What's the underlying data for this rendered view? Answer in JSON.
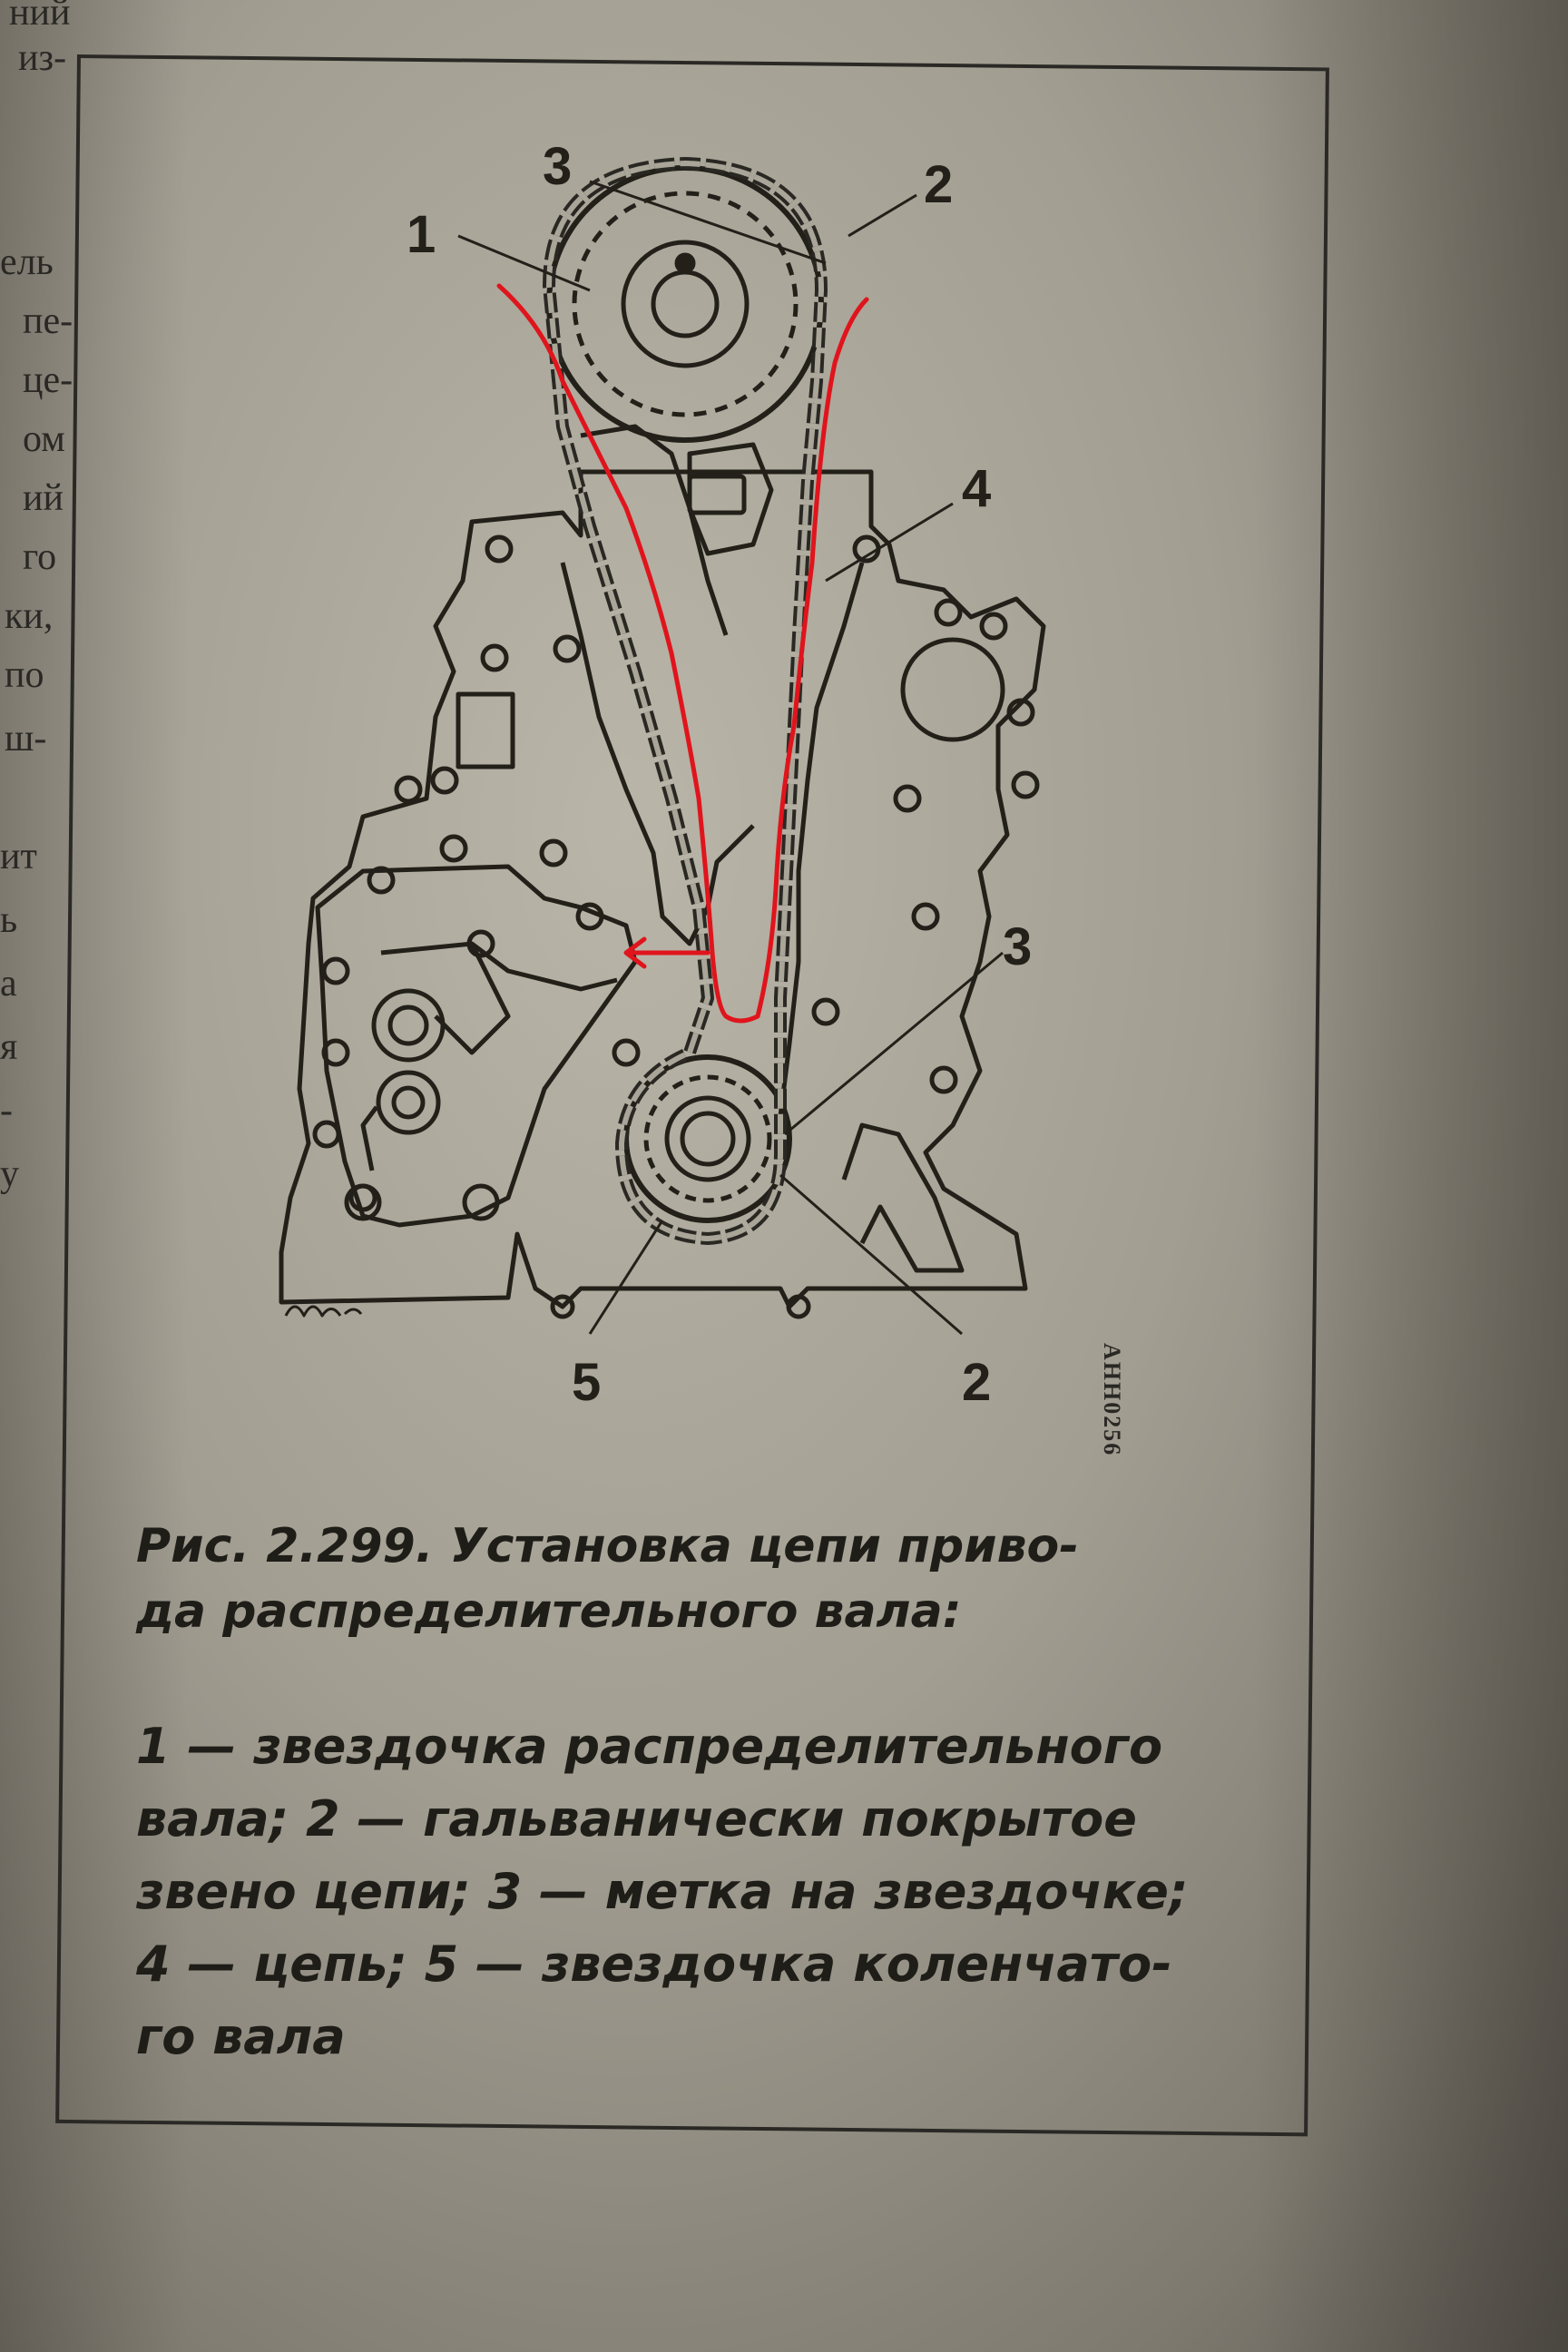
{
  "left_fragments": [
    "ний",
    "из-",
    "ель",
    "пе-",
    "це-",
    "ом",
    "ий",
    "го",
    "ки,",
    "по",
    "ш-",
    "ит",
    "ь",
    "а",
    "я",
    "-",
    "у"
  ],
  "callouts": {
    "top_left_3": "3",
    "top_right_2": "2",
    "cam_1": "1",
    "chain_4": "4",
    "right_3": "3",
    "bottom_5": "5",
    "bottom_right_2": "2"
  },
  "drawing_code": "АНН0256",
  "caption": {
    "title": "Рис. 2.299. Установка цепи приво-",
    "title_cont": "да распределительного вала:"
  },
  "legend": {
    "line1": "1 — звездочка распределительного",
    "line2": "вала; 2 — гальванически покрытое",
    "line3": "звено цепи; 3 — метка на звездочке;",
    "line4": "4 — цепь; 5 — звездочка коленчато-",
    "line5": "го вала"
  },
  "colors": {
    "ink": "#222019",
    "red_marker": "#e0141c",
    "paper": "#a9a598"
  }
}
